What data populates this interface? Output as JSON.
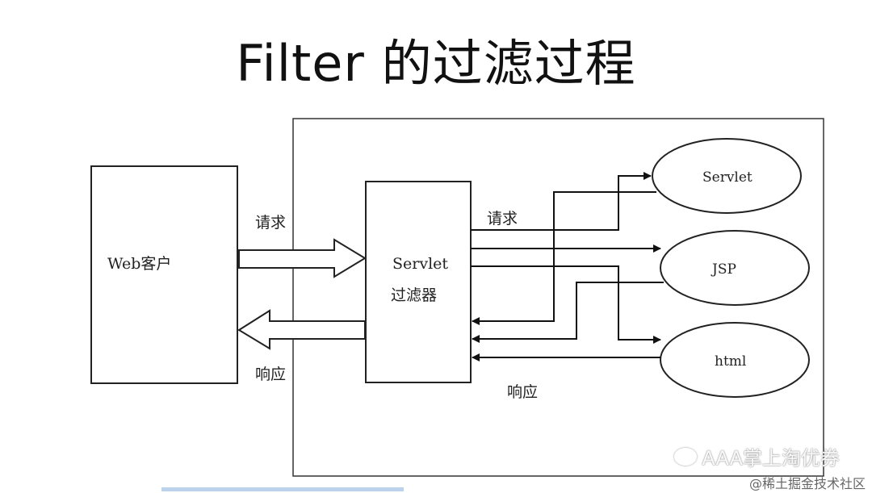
{
  "title": "Filter 的过滤过程",
  "client": {
    "label": "Web客户"
  },
  "filter": {
    "line1": "Servlet",
    "line2": "过滤器"
  },
  "left_request_label": "请求",
  "left_response_label": "响应",
  "right_request_label": "请求",
  "right_response_label": "响应",
  "targets": {
    "servlet": "Servlet",
    "jsp": "JSP",
    "html": "html"
  },
  "watermark": {
    "account": "AAA掌上淘优券",
    "site": "@稀土掘金技术社区"
  }
}
